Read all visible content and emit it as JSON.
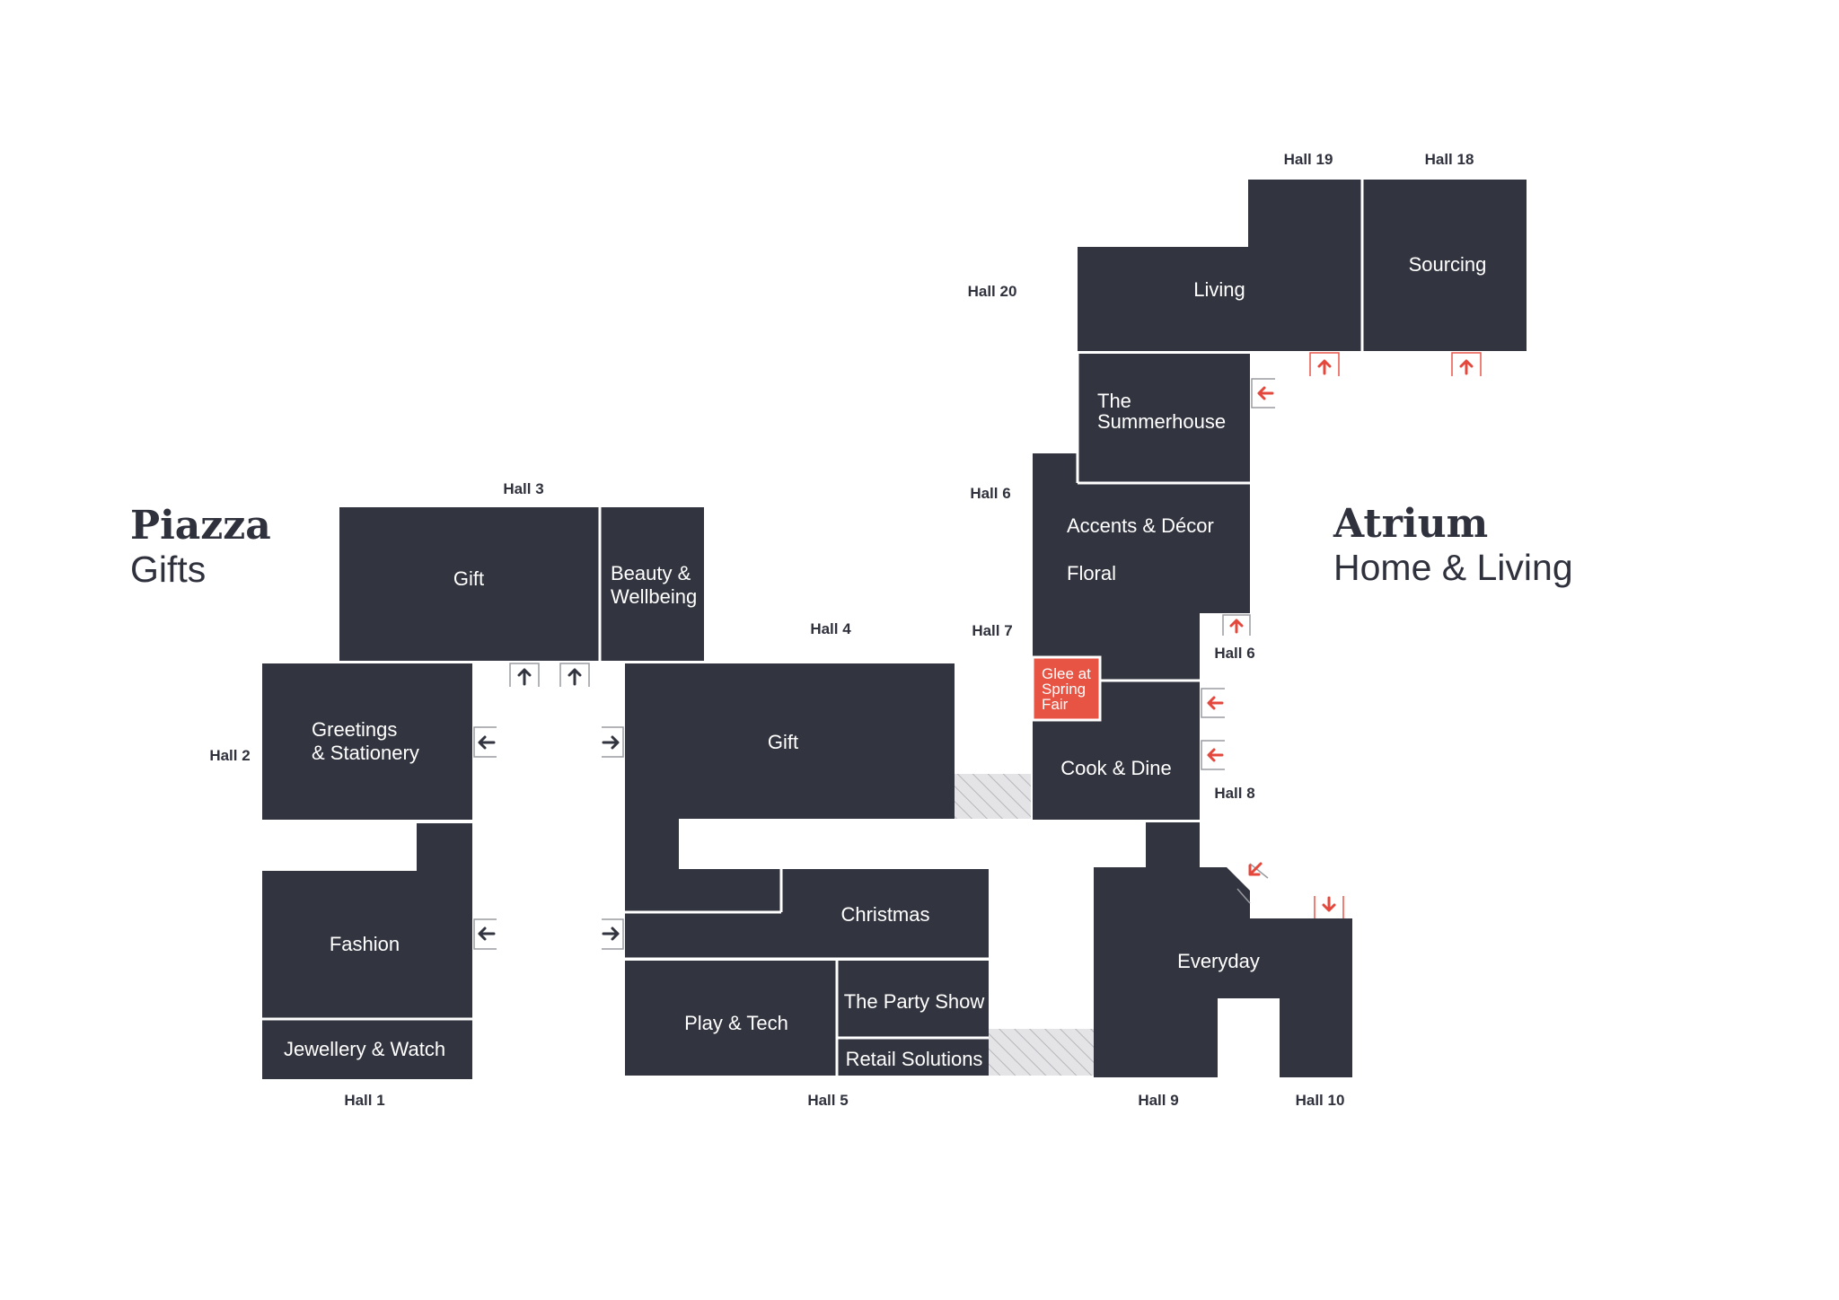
{
  "regions": {
    "piazza": {
      "title": "Piazza",
      "subtitle": "Gifts"
    },
    "atrium": {
      "title": "Atrium",
      "subtitle": "Home & Living"
    }
  },
  "halls": {
    "h1": "Hall 1",
    "h2": "Hall 2",
    "h3": "Hall 3",
    "h4": "Hall 4",
    "h5": "Hall 5",
    "h6a": "Hall 6",
    "h6b": "Hall 6",
    "h7": "Hall 7",
    "h8": "Hall 8",
    "h9": "Hall 9",
    "h10": "Hall 10",
    "h18": "Hall 18",
    "h19": "Hall 19",
    "h20": "Hall 20"
  },
  "zones": {
    "gift_hall3": "Gift",
    "beauty": [
      "Beauty &",
      "Wellbeing"
    ],
    "greetings": [
      "Greetings",
      "& Stationery"
    ],
    "fashion": "Fashion",
    "jewellery": "Jewellery & Watch",
    "gift_hall4": "Gift",
    "christmas": "Christmas",
    "play_tech": "Play & Tech",
    "party_show": "The Party Show",
    "retail_solutions": "Retail Solutions",
    "living": "Living",
    "sourcing": "Sourcing",
    "summerhouse": [
      "The",
      "Summerhouse"
    ],
    "accents": "Accents & Décor",
    "floral": "Floral",
    "glee": [
      "Glee at",
      "Spring",
      "Fair"
    ],
    "cook_dine": "Cook & Dine",
    "everyday": "Everyday"
  },
  "colors": {
    "block": "#32343f",
    "highlight": "#e85444",
    "entrance_red": "#e4473c",
    "text_dark": "#2f313d"
  },
  "icons": [
    "arrow-up-icon",
    "arrow-left-icon",
    "arrow-right-icon",
    "arrow-down-icon",
    "arrow-diagonal-icon"
  ]
}
